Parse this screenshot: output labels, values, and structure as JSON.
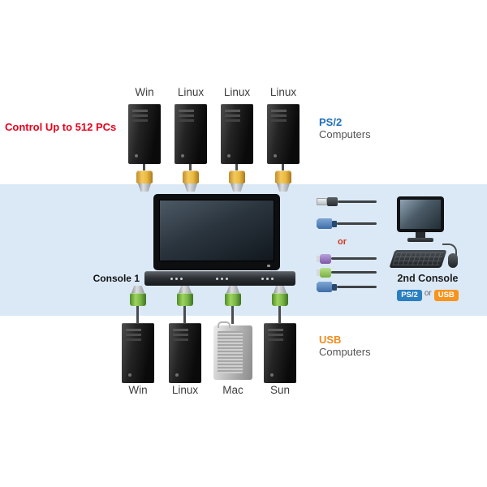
{
  "colors": {
    "band": "#dbe9f6",
    "control_red": "#e8001c",
    "ps2_blue": "#1f6eb5",
    "usb_orange": "#f08c1e",
    "yellow_connector": "#e9b93f",
    "green_connector": "#7ab648",
    "badge_blue": "#2a7fc1",
    "badge_orange": "#f7941d",
    "or_red": "#d1381d"
  },
  "annotations": {
    "control_label": "Control Up to 512 PCs"
  },
  "groups": {
    "ps2": {
      "title": "PS/2",
      "subtitle": "Computers"
    },
    "usb": {
      "title": "USB",
      "subtitle": "Computers"
    }
  },
  "console": {
    "label": "Console 1"
  },
  "cables": {
    "or_label": "or"
  },
  "second_console": {
    "label": "2nd Console",
    "ps2_badge": "PS/2",
    "or_label": "or",
    "usb_badge": "USB"
  },
  "top_computers": [
    {
      "label": "Win"
    },
    {
      "label": "Linux"
    },
    {
      "label": "Linux"
    },
    {
      "label": "Linux"
    }
  ],
  "bottom_computers": [
    {
      "label": "Win"
    },
    {
      "label": "Linux"
    },
    {
      "label": "Mac"
    },
    {
      "label": "Sun"
    }
  ]
}
